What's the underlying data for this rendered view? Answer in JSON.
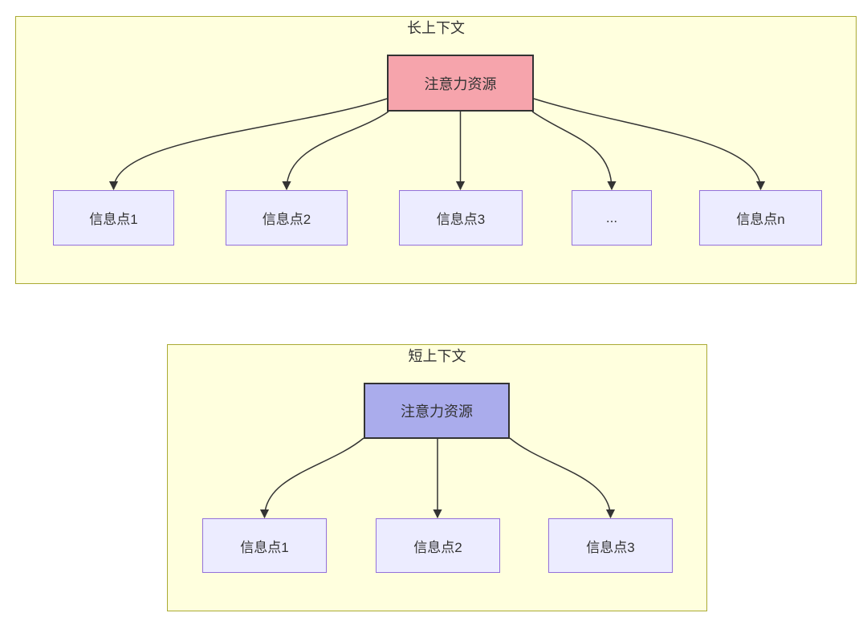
{
  "diagram": {
    "type": "flowchart-comparison",
    "panels": [
      {
        "title": "长上下文",
        "attention_node": {
          "label": "注意力资源",
          "fill": "#f6a4ac"
        },
        "info_nodes": [
          {
            "label": "信息点1"
          },
          {
            "label": "信息点2"
          },
          {
            "label": "信息点3"
          },
          {
            "label": "..."
          },
          {
            "label": "信息点n"
          }
        ],
        "edges": [
          {
            "from": "注意力资源",
            "to": "信息点1"
          },
          {
            "from": "注意力资源",
            "to": "信息点2"
          },
          {
            "from": "注意力资源",
            "to": "信息点3"
          },
          {
            "from": "注意力资源",
            "to": "..."
          },
          {
            "from": "注意力资源",
            "to": "信息点n"
          }
        ]
      },
      {
        "title": "短上下文",
        "attention_node": {
          "label": "注意力资源",
          "fill": "#aaacec"
        },
        "info_nodes": [
          {
            "label": "信息点1"
          },
          {
            "label": "信息点2"
          },
          {
            "label": "信息点3"
          }
        ],
        "edges": [
          {
            "from": "注意力资源",
            "to": "信息点1"
          },
          {
            "from": "注意力资源",
            "to": "信息点2"
          },
          {
            "from": "注意力资源",
            "to": "信息点3"
          }
        ]
      }
    ],
    "colors": {
      "page_background": "#ffffff",
      "panel_fill": "#ffffde",
      "panel_border": "#aaaa33",
      "info_node_fill": "#ececff",
      "info_node_border": "#9370db",
      "attention_long_fill": "#f6a4ac",
      "attention_short_fill": "#aaacec",
      "attention_border": "#333333",
      "arrow": "#333333",
      "text": "#333333"
    }
  }
}
